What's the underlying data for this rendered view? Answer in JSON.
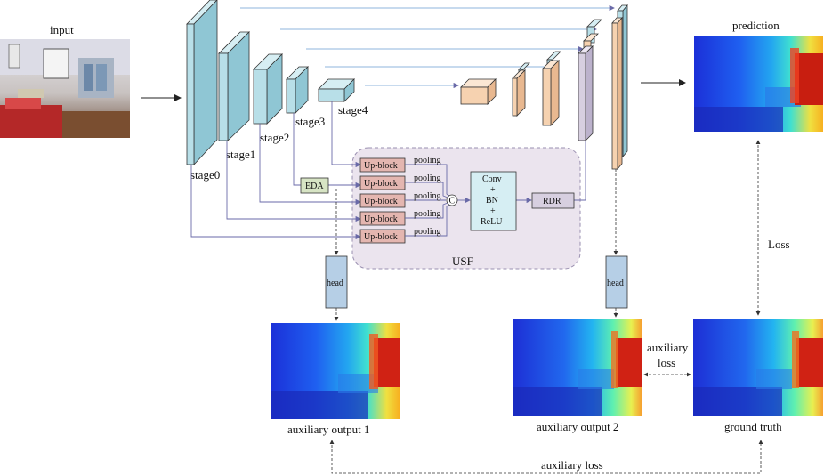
{
  "labels": {
    "input": "input",
    "prediction": "prediction",
    "stage0": "stage0",
    "stage1": "stage1",
    "stage2": "stage2",
    "stage3": "stage3",
    "stage4": "stage4",
    "eda": "EDA",
    "usf": "USF",
    "rdr": "RDR",
    "conv1": "Conv",
    "plus": "+",
    "bn": "BN",
    "relu": "ReLU",
    "concat": "C",
    "upblock": "Up-block",
    "pooling": "pooling",
    "head": "head",
    "aux1": "auxiliary output 1",
    "aux2": "auxiliary output 2",
    "ground_truth": "ground truth",
    "loss": "Loss",
    "aux_loss_line1": "auxiliary",
    "aux_loss_line2": "loss",
    "aux_loss_bottom": "auxiliary loss"
  },
  "colors": {
    "encoder": "#b8dfe8",
    "decoder": "#f6d2b0",
    "decoder_purple": "#d7cfe0",
    "upblock": "#e4b6b0",
    "eda": "#d7e4c4",
    "head": "#b6cfe6",
    "usf_bg": "#ebe4ee",
    "line": "#6a6aa8"
  }
}
